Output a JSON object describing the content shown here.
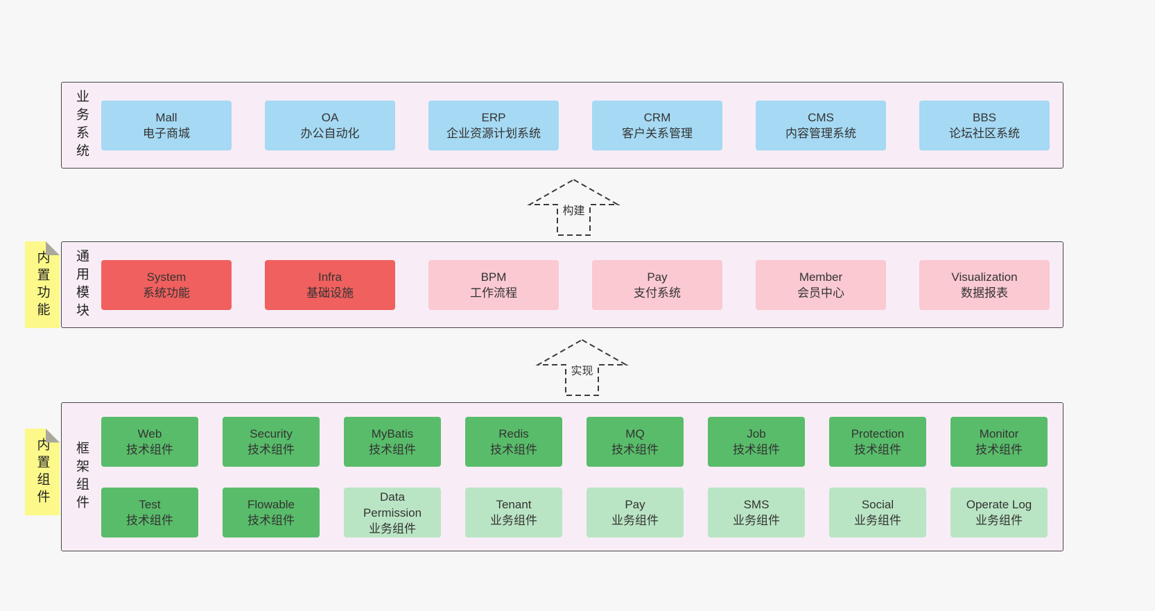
{
  "colors": {
    "page_background": "#f7f7f7",
    "container_background": "#f8edf6",
    "container_border": "#454545",
    "blue_box": "#a6d9f3",
    "red_box": "#f0605e",
    "pink_box": "#fac9d2",
    "green_dark_box": "#59bc6a",
    "green_light_box": "#bae5c4",
    "sticky_yellow": "#fcf98a"
  },
  "arrows": [
    {
      "label": "构建"
    },
    {
      "label": "实现"
    }
  ],
  "stickies": [
    {
      "label": "内置功能"
    },
    {
      "label": "内置组件"
    }
  ],
  "layers": {
    "business": {
      "side_label": "业务系统",
      "boxes": [
        {
          "title": "Mall",
          "subtitle": "电子商城"
        },
        {
          "title": "OA",
          "subtitle": "办公自动化"
        },
        {
          "title": "ERP",
          "subtitle": "企业资源计划系统"
        },
        {
          "title": "CRM",
          "subtitle": "客户关系管理"
        },
        {
          "title": "CMS",
          "subtitle": "内容管理系统"
        },
        {
          "title": "BBS",
          "subtitle": "论坛社区系统"
        }
      ]
    },
    "modules": {
      "side_label": "通用模块",
      "boxes": [
        {
          "title": "System",
          "subtitle": "系统功能",
          "variant": "red"
        },
        {
          "title": "Infra",
          "subtitle": "基础设施",
          "variant": "red"
        },
        {
          "title": "BPM",
          "subtitle": "工作流程",
          "variant": "pink"
        },
        {
          "title": "Pay",
          "subtitle": "支付系统",
          "variant": "pink"
        },
        {
          "title": "Member",
          "subtitle": "会员中心",
          "variant": "pink"
        },
        {
          "title": "Visualization",
          "subtitle": "数据报表",
          "variant": "pink"
        }
      ]
    },
    "framework": {
      "side_label": "框架组件",
      "rows": [
        [
          {
            "title": "Web",
            "subtitle": "技术组件",
            "variant": "green-dark"
          },
          {
            "title": "Security",
            "subtitle": "技术组件",
            "variant": "green-dark"
          },
          {
            "title": "MyBatis",
            "subtitle": "技术组件",
            "variant": "green-dark"
          },
          {
            "title": "Redis",
            "subtitle": "技术组件",
            "variant": "green-dark"
          },
          {
            "title": "MQ",
            "subtitle": "技术组件",
            "variant": "green-dark"
          },
          {
            "title": "Job",
            "subtitle": "技术组件",
            "variant": "green-dark"
          },
          {
            "title": "Protection",
            "subtitle": "技术组件",
            "variant": "green-dark"
          },
          {
            "title": "Monitor",
            "subtitle": "技术组件",
            "variant": "green-dark"
          }
        ],
        [
          {
            "title": "Test",
            "subtitle": "技术组件",
            "variant": "green-dark"
          },
          {
            "title": "Flowable",
            "subtitle": "技术组件",
            "variant": "green-dark"
          },
          {
            "title": "Data Permission",
            "subtitle": "业务组件",
            "variant": "green-light"
          },
          {
            "title": "Tenant",
            "subtitle": "业务组件",
            "variant": "green-light"
          },
          {
            "title": "Pay",
            "subtitle": "业务组件",
            "variant": "green-light"
          },
          {
            "title": "SMS",
            "subtitle": "业务组件",
            "variant": "green-light"
          },
          {
            "title": "Social",
            "subtitle": "业务组件",
            "variant": "green-light"
          },
          {
            "title": "Operate Log",
            "subtitle": "业务组件",
            "variant": "green-light"
          }
        ]
      ]
    }
  }
}
